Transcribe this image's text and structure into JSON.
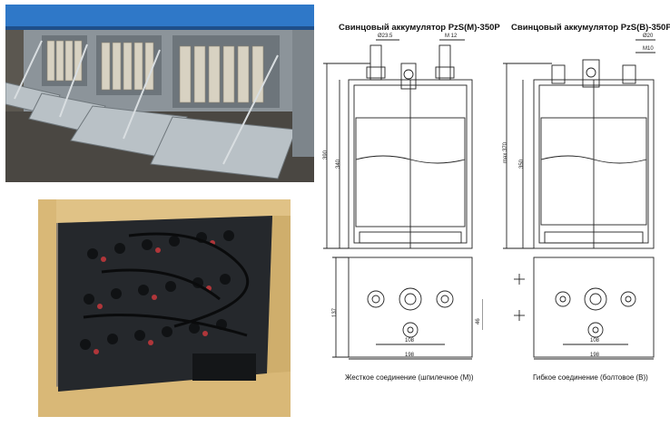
{
  "drawings": {
    "left": {
      "title": "Свинцовый аккумулятор PzS(M)-350P",
      "dim_terminal_diameter": "Ø23.5",
      "dim_thread": "M 12",
      "dim_total_height": "390",
      "dim_case_height": "340",
      "dim_depth": "137",
      "dim_offset": "46",
      "dim_terminal_spacing": "108",
      "dim_width": "198",
      "caption": "Жесткое соединение (шпилечное (M))"
    },
    "right": {
      "title": "Свинцовый аккумулятор PzS(B)-350P",
      "dim_terminal_diameter": "Ø20",
      "dim_thread": "M10",
      "dim_total_height": "max 370",
      "dim_case_height": "350",
      "dim_terminal_spacing": "108",
      "dim_width": "198",
      "caption": "Гибкое соединение (болтовое (B))"
    }
  },
  "colors": {
    "train_blue": "#2f78c8",
    "steel": "#9ea7ae",
    "wood": "#d9b877",
    "cell_black": "#25282c",
    "line": "#222222"
  }
}
